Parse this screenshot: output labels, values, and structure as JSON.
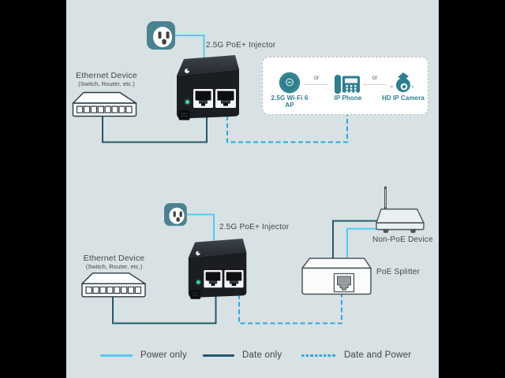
{
  "colors": {
    "frame": "#000000",
    "bg": "#d8e1e3",
    "power": "#55c9f3",
    "data": "#235a6a",
    "data_power": "#2fa9dc",
    "device_teal": "#4a8290",
    "accent_teal": "#2e7e8e",
    "text": "#3f474b"
  },
  "top_section": {
    "injector_label": "2.5G PoE+ Injector",
    "ethernet_device": {
      "title": "Ethernet Device",
      "subtitle": "(Switch, Router, etc.)"
    },
    "powered_devices": {
      "separator": "or",
      "items": [
        {
          "icon": "wifi-ap-icon",
          "label": "2.5G Wi-Fi 6 AP"
        },
        {
          "icon": "ip-phone-icon",
          "label": "IP Phone"
        },
        {
          "icon": "ip-camera-icon",
          "label": "HD IP Camera"
        }
      ]
    }
  },
  "bottom_section": {
    "injector_label": "2.5G PoE+ Injector",
    "ethernet_device": {
      "title": "Ethernet Device",
      "subtitle": "(Switch, Router, etc.)"
    },
    "non_poe_label": "Non-PoE Device",
    "splitter_label": "PoE Splitter"
  },
  "legend": {
    "items": [
      {
        "label": "Power only",
        "style": "power"
      },
      {
        "label": "Date only",
        "style": "data"
      },
      {
        "label": "Date and Power",
        "style": "data_power"
      }
    ]
  }
}
